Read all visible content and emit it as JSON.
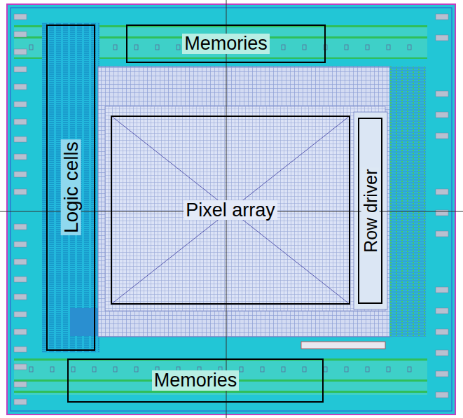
{
  "diagram": {
    "nodes": [
      {
        "text": [
          "Memories"
        ]
      },
      {
        "text": [
          "Logic cells"
        ]
      },
      {
        "text": [
          "Pixel array"
        ]
      },
      {
        "text": [
          "Row driver"
        ]
      },
      {
        "text": [
          "Memories"
        ]
      }
    ]
  }
}
